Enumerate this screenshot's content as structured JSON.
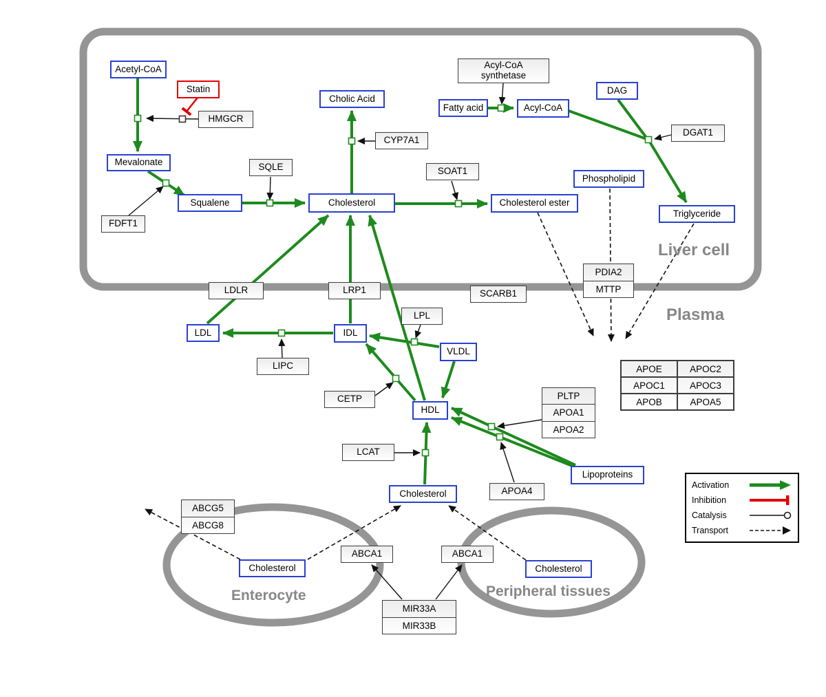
{
  "regions": {
    "liver_cell": "Liver cell",
    "plasma": "Plasma",
    "enterocyte": "Enterocyte",
    "peripheral_tissues": "Peripheral tissues"
  },
  "nodes": {
    "acetyl_coa": "Acetyl-CoA",
    "statin": "Statin",
    "hmgcr": "HMGCR",
    "mevalonate": "Mevalonate",
    "fdft1": "FDFT1",
    "squalene": "Squalene",
    "sqle": "SQLE",
    "cholesterol": "Cholesterol",
    "cholic_acid": "Cholic Acid",
    "cyp7a1": "CYP7A1",
    "soat1": "SOAT1",
    "cholesterol_ester": "Cholesterol ester",
    "acyl_coa_synthetase": "Acyl-CoA synthetase",
    "fatty_acid": "Fatty acid",
    "acyl_coa": "Acyl-CoA",
    "dag": "DAG",
    "dgat1": "DGAT1",
    "phospholipid": "Phospholipid",
    "triglyceride": "Triglyceride",
    "pdia2": "PDIA2",
    "mttp": "MTTP",
    "ldlr": "LDLR",
    "lrp1": "LRP1",
    "scarb1": "SCARB1",
    "ldl": "LDL",
    "lipc": "LIPC",
    "idl": "IDL",
    "lpl": "LPL",
    "vldl": "VLDL",
    "cetp": "CETP",
    "hdl": "HDL",
    "lcat": "LCAT",
    "pltp": "PLTP",
    "apoa1": "APOA1",
    "apoa2": "APOA2",
    "apoa4": "APOA4",
    "lipoproteins": "Lipoproteins",
    "apoe": "APOE",
    "apoc2": "APOC2",
    "apoc1": "APOC1",
    "apoc3": "APOC3",
    "apob": "APOB",
    "apoa5": "APOA5",
    "abcg5": "ABCG5",
    "abcg8": "ABCG8",
    "abca1": "ABCA1",
    "mir33a": "MIR33A",
    "mir33b": "MIR33B"
  },
  "legend": {
    "activation": "Activation",
    "inhibition": "Inhibition",
    "catalysis": "Catalysis",
    "transport": "Transport"
  },
  "colors": {
    "activation_green": "#1d8a1d",
    "inhibition_red": "#e60000",
    "metabolite_border_blue": "#2840d0",
    "membrane_gray": "#959595",
    "region_label_gray": "#878787"
  }
}
